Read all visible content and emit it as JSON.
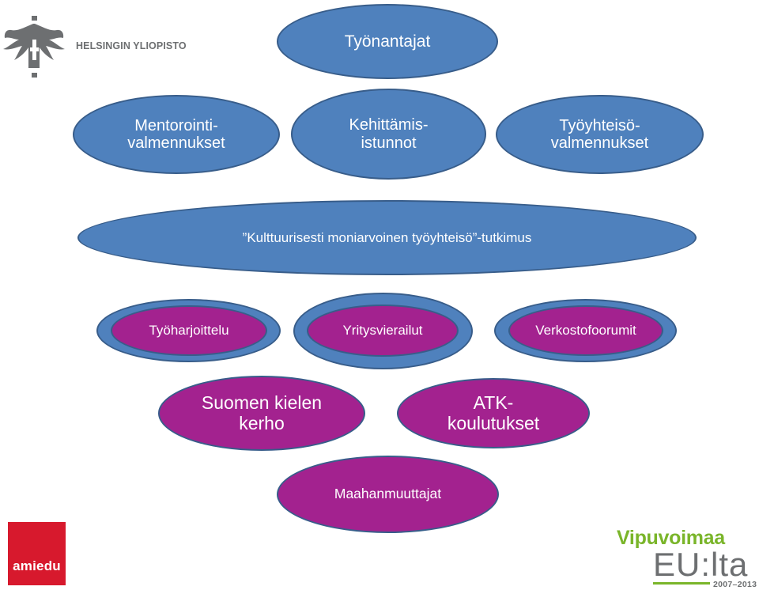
{
  "header_logo": {
    "text": "HELSINGIN YLIOPISTO"
  },
  "diagram": {
    "employers": "Työnantajat",
    "row1": [
      "Mentorointi-\nvalmennukset",
      "Kehittämis-\nistunnot",
      "Työyhteisö-\nvalmennukset"
    ],
    "research": "”Kulttuurisesti moniarvoinen työyhteisö”-tutkimus",
    "row3": [
      "Työharjoittelu",
      "Yritysvierailut",
      "Verkostofoorumit"
    ],
    "row4": [
      "Suomen kielen\nkerho",
      "ATK-\nkoulutukset"
    ],
    "immigrants": "Maahanmuuttajat"
  },
  "footer": {
    "left_logo": "amiedu",
    "right_logo_line1": "Vipuvoimaa",
    "right_logo_line2": "EU:lta",
    "right_logo_years": "2007–2013"
  },
  "colors": {
    "blue": "#4f81bd",
    "purple": "#a3228f",
    "outline": "#385d8a"
  }
}
